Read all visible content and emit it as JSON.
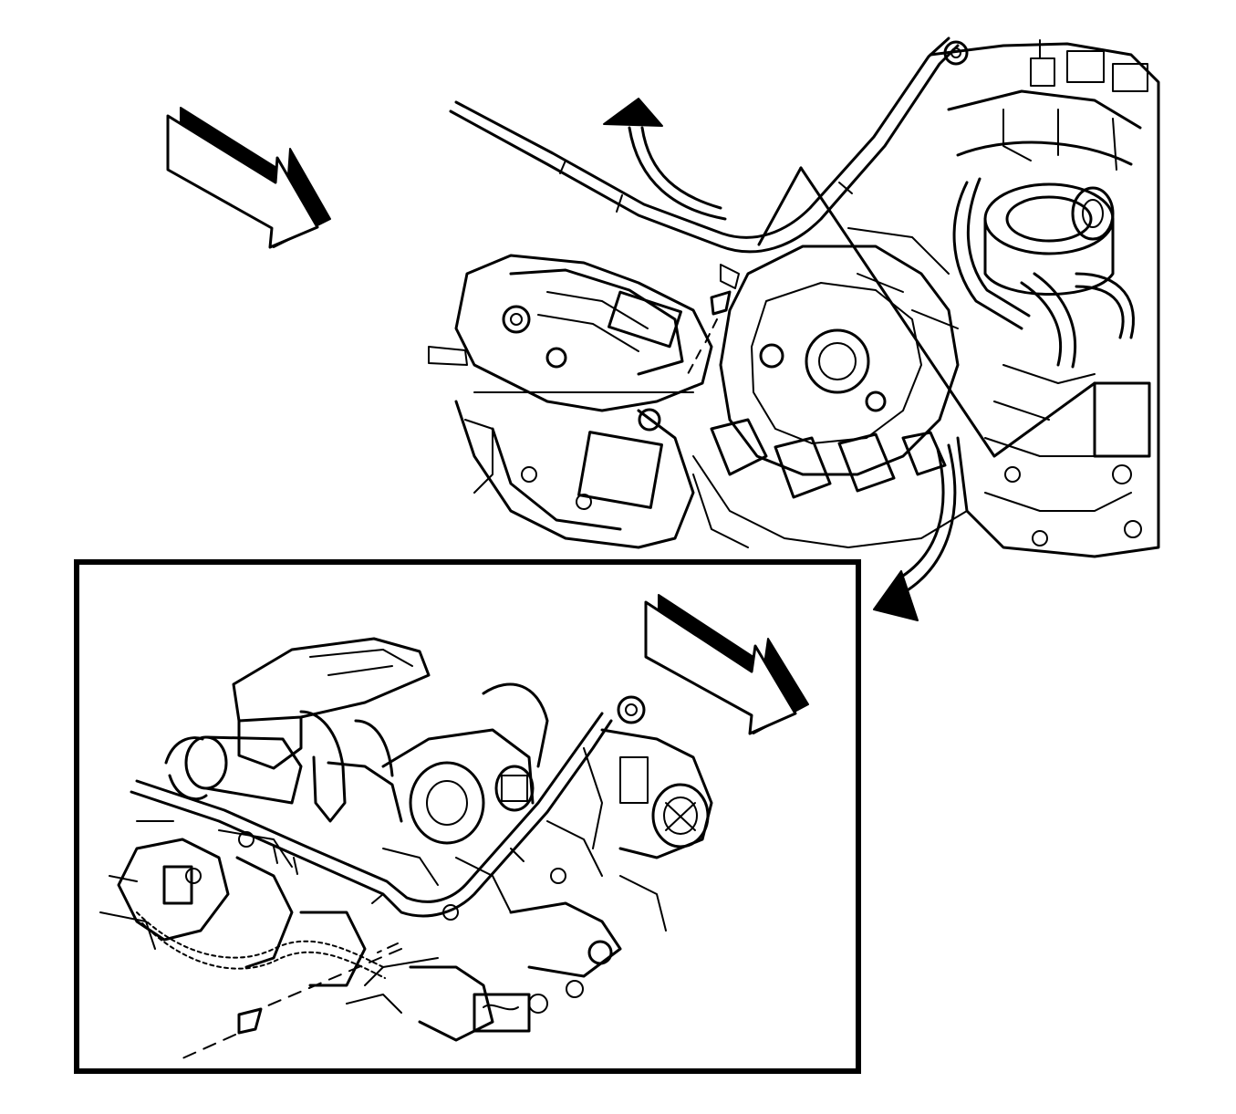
{
  "figure": {
    "background_color": "#ffffff",
    "line_color": "#000000",
    "components": [
      "direction-arrow-main",
      "direction-arrow-inset",
      "removal-arrow-upper",
      "removal-arrow-lower",
      "engine-assembly-main",
      "engine-assembly-inset",
      "fuel-rail-pipe-main",
      "fuel-rail-pipe-inset",
      "retainer-clip-main",
      "retainer-clip-inset",
      "inset-detail-frame"
    ],
    "icons": {
      "direction_arrow": "block-arrow-icon",
      "removal_arrow": "curved-arrow-icon",
      "retainer": "clip-icon"
    }
  }
}
